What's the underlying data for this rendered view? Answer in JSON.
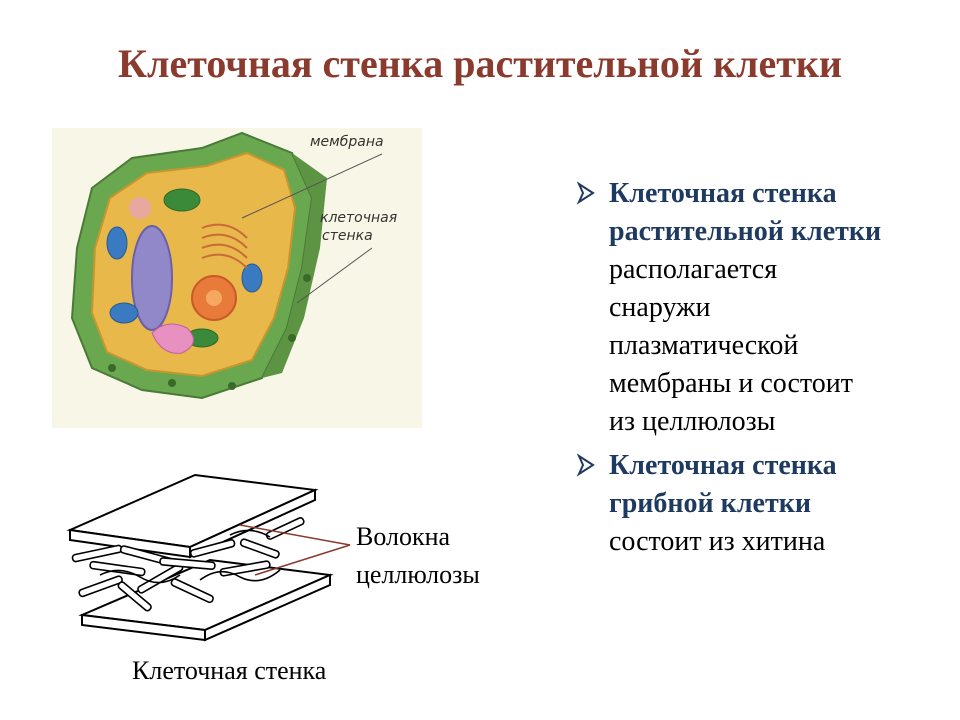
{
  "title": "Клеточная стенка растительной клетки",
  "cell_diagram": {
    "label_membrane": "мембрана",
    "label_wall_line1": "клеточная",
    "label_wall_line2": "стенка"
  },
  "wall_diagram": {
    "fibers_label_line1": "Волокна",
    "fibers_label_line2": "целлюлозы",
    "caption": "Клеточная стенка"
  },
  "bullets": [
    {
      "highlight_line1": "Клеточная стенка",
      "highlight_line2": "растительной клетки",
      "text_lines": [
        "располагается",
        "снаружи",
        "плазматической",
        "мембраны и  состоит",
        "из целлюлозы"
      ]
    },
    {
      "highlight_line1": "Клеточная стенка",
      "highlight_line2": "грибной клетки",
      "text_lines": [
        "состоит из хитина"
      ]
    }
  ],
  "colors": {
    "title": "#8b3a2e",
    "highlight": "#1f3a60",
    "cell_wall": "#6aa84f",
    "cytoplasm": "#e8b84a"
  }
}
